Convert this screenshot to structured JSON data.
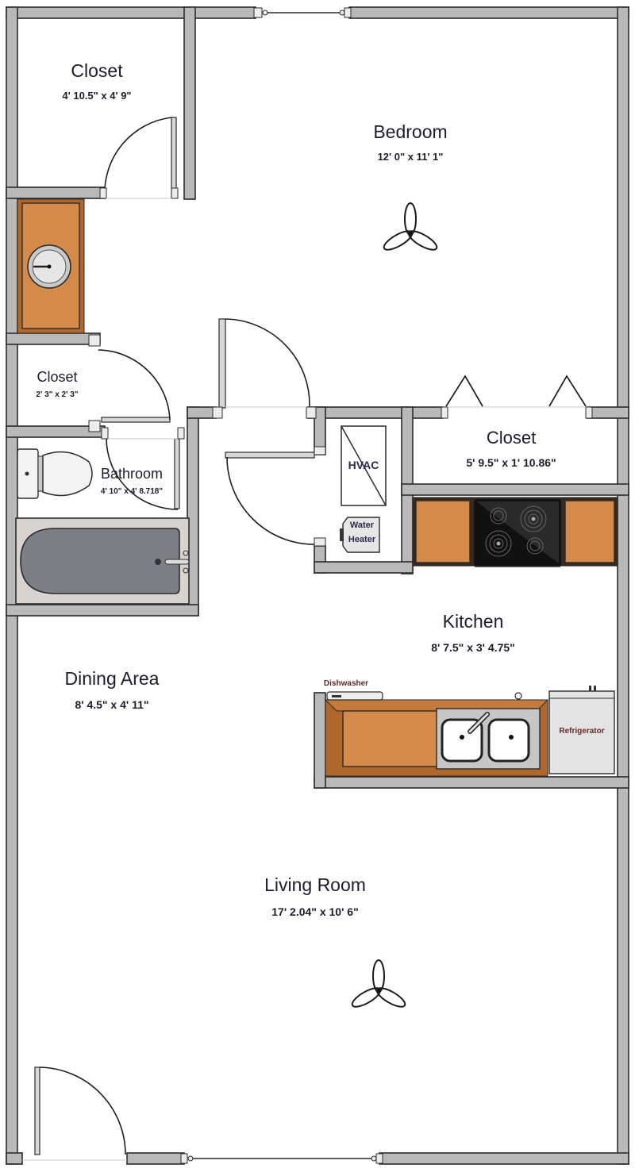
{
  "plan": {
    "colors": {
      "wall_fill": "#b9b9b9",
      "wall_stroke": "#2b2b2b",
      "cabinet": "#d38a4a",
      "cabinet_edge": "#b0672c",
      "tub": "#7d7f86",
      "tub_surround": "#d9d3cf",
      "cooktop": "#111111",
      "appliance": "#e3e3e3",
      "text": "#1d1d2b"
    },
    "rooms": [
      {
        "id": "closet-bedroom",
        "name": "Closet",
        "dimensions": "4' 10.5\" x 4' 9\""
      },
      {
        "id": "bedroom",
        "name": "Bedroom",
        "dimensions": "12' 0\" x 11' 1\""
      },
      {
        "id": "closet-small",
        "name": "Closet",
        "dimensions": "2' 3\" x 2' 3\""
      },
      {
        "id": "bathroom",
        "name": "Bathroom",
        "dimensions": "4' 10\" x 4' 8.718\""
      },
      {
        "id": "closet-hall",
        "name": "Closet",
        "dimensions": "5' 9.5\" x 1' 10.86\""
      },
      {
        "id": "kitchen",
        "name": "Kitchen",
        "dimensions": "8' 7.5\" x 3' 4.75\""
      },
      {
        "id": "dining-area",
        "name": "Dining Area",
        "dimensions": "8' 4.5\" x 4' 11\""
      },
      {
        "id": "living-room",
        "name": "Living Room",
        "dimensions": "17' 2.04\" x 10' 6\""
      }
    ],
    "fixtures": {
      "hvac": "HVAC",
      "water_heater_line1": "Water",
      "water_heater_line2": "Heater",
      "dishwasher": "Dishwasher",
      "refrigerator": "Refrigerator"
    }
  }
}
